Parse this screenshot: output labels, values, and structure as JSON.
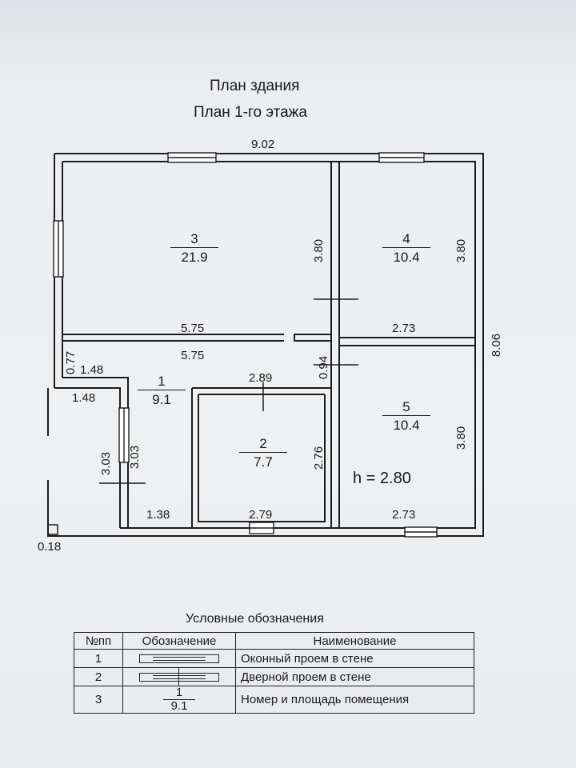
{
  "title": "План здания",
  "subtitle": "План 1-го этажа",
  "dimensions": {
    "overall_width": "9.02",
    "overall_depth": "8.06",
    "room3_height": "3.80",
    "room4_height": "3.80",
    "room5_height": "3.80",
    "room3_width_upper": "5.75",
    "room3_width_lower": "5.75",
    "room4_width": "2.73",
    "room5_width": "2.73",
    "room2_width_top": "2.89",
    "room2_width_bottom": "2.79",
    "room2_height": "2.76",
    "corridor_gap": "0.94",
    "entry_small": "0.77",
    "entry_width_upper": "1.48",
    "entry_width_lower": "1.48",
    "corridor_bottom": "1.38",
    "corridor_height_left": "3.03",
    "corridor_height_right": "3.03",
    "wall_offset": "0.18"
  },
  "rooms": [
    {
      "number": "3",
      "area": "21.9"
    },
    {
      "number": "4",
      "area": "10.4"
    },
    {
      "number": "1",
      "area": "9.1"
    },
    {
      "number": "5",
      "area": "10.4"
    },
    {
      "number": "2",
      "area": "7.7"
    }
  ],
  "ceiling_height": "h = 2.80",
  "legend": {
    "title": "Условные обозначения",
    "headers": [
      "№пп",
      "Обозначение",
      "Наименование"
    ],
    "rows": [
      {
        "no": "1",
        "name": "Оконный проем в стене"
      },
      {
        "no": "2",
        "name": "Дверной проем в стене"
      },
      {
        "no": "3",
        "name": "Номер и площадь помещения",
        "sample_number": "1",
        "sample_area": "9.1"
      }
    ]
  }
}
